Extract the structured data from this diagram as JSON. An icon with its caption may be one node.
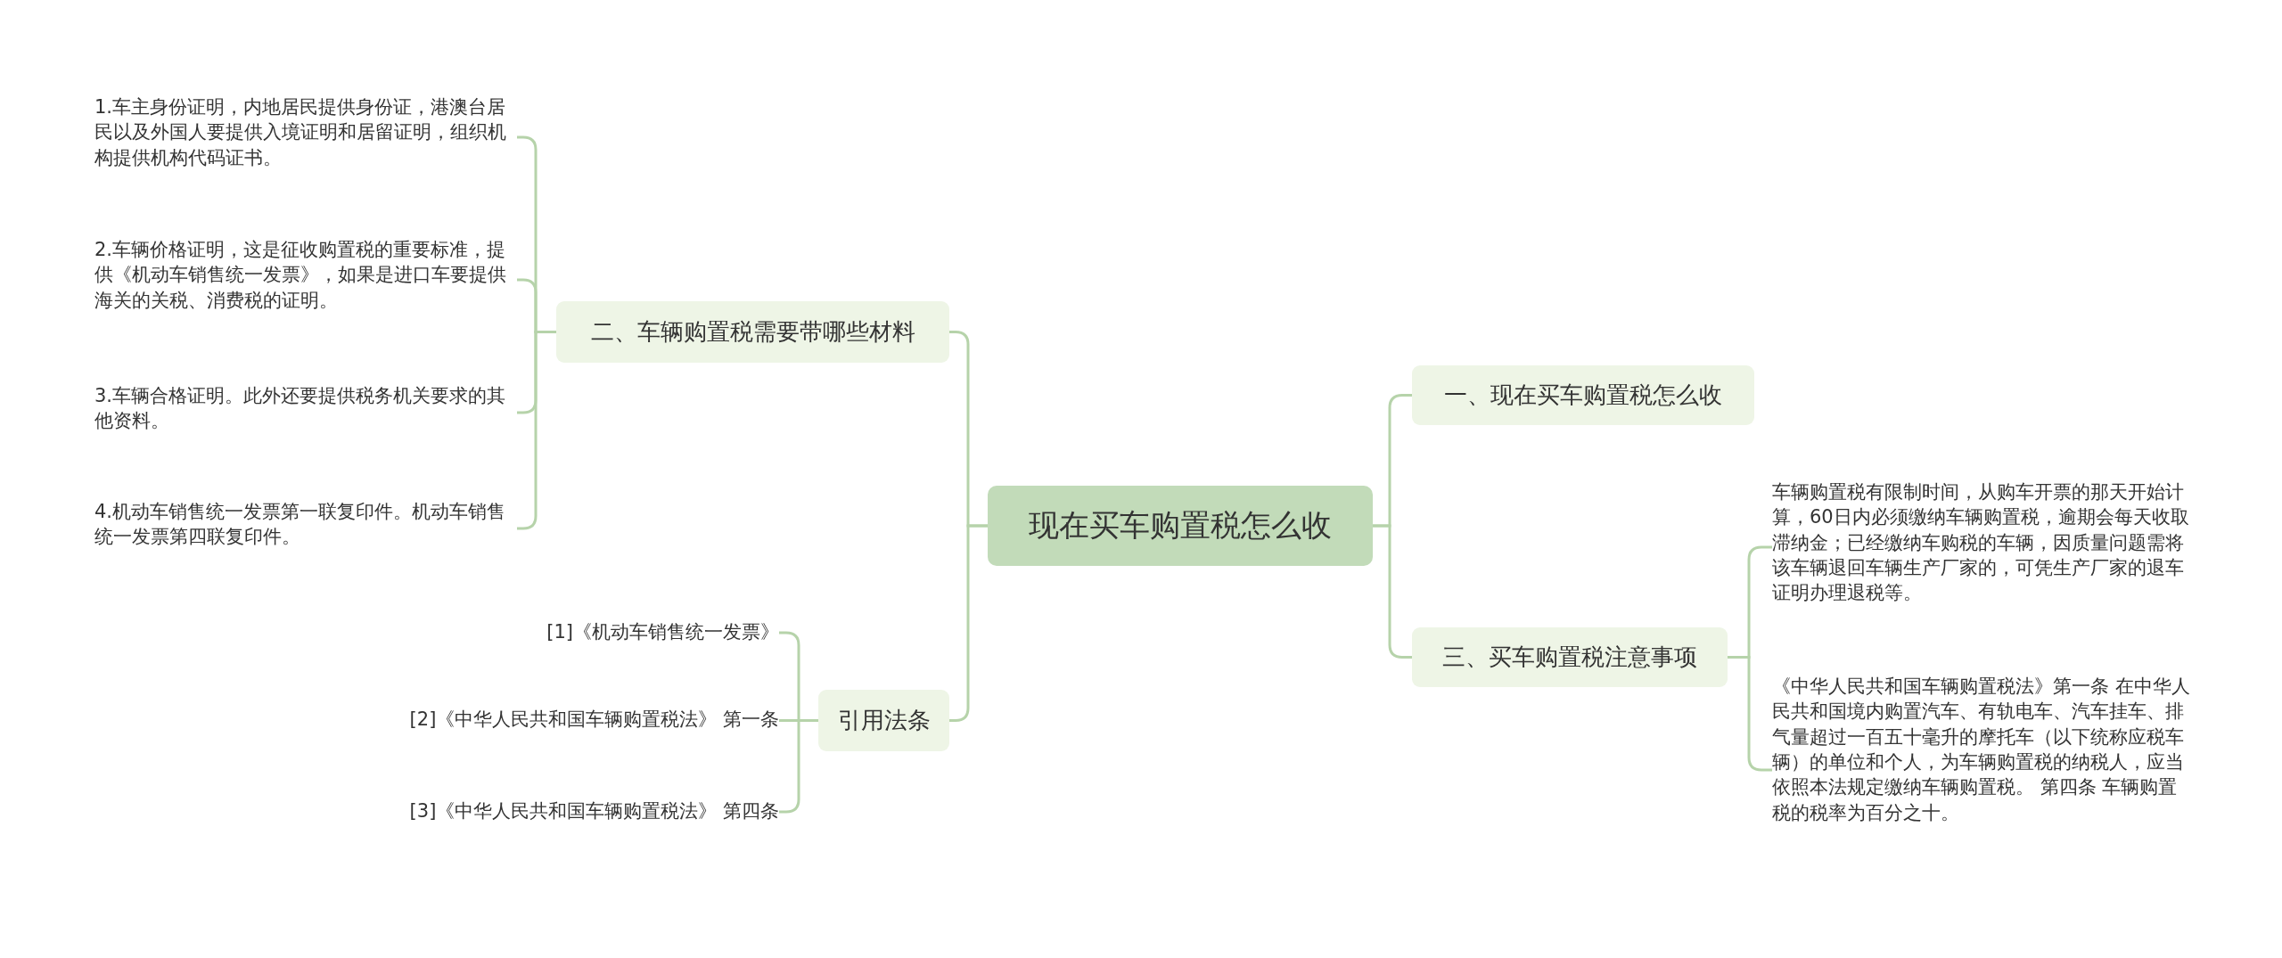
{
  "diagram": {
    "nodes": [
      {
        "text": [
          "现在买车购置税怎么收"
        ]
      },
      {
        "text": [
          "一、现在买车购置税怎么收"
        ]
      },
      {
        "text": [
          "三、买车购置税注意事项"
        ]
      },
      {
        "text": [
          "车辆购置税有限制时间，从购车开票的那天开始计算，60日内必须缴纳车辆购置税，逾期会每天收取滞纳金；已经缴纳车购税的车辆，因质量问题需将该车辆退回车辆生产厂家的，可凭生产厂家的退车证明办理退税等。"
        ]
      },
      {
        "text": [
          "《中华人民共和国车辆购置税法》第一条 在中华人民共和国境内购置汽车、有轨电车、汽车挂车、排气量超过一百五十毫升的摩托车（以下统称应税车辆）的单位和个人，为车辆购置税的纳税人，应当依照本法规定缴纳车辆购置税。 第四条 车辆购置税的税率为百分之十。"
        ]
      },
      {
        "text": [
          "二、车辆购置税需要带哪些材料"
        ]
      },
      {
        "text": [
          "1.车主身份证明，内地居民提供身份证，港澳台居民以及外国人要提供入境证明和居留证明，组织机构提供机构代码证书。"
        ]
      },
      {
        "text": [
          "2.车辆价格证明，这是征收购置税的重要标准，提供《机动车销售统一发票》，如果是进口车要提供海关的关税、消费税的证明。"
        ]
      },
      {
        "text": [
          "3.车辆合格证明。此外还要提供税务机关要求的其他资料。"
        ]
      },
      {
        "text": [
          "4.机动车销售统一发票第一联复印件。机动车销售统一发票第四联复印件。"
        ]
      },
      {
        "text": [
          "引用法条"
        ]
      },
      {
        "text": [
          "[1]《机动车销售统一发票》"
        ]
      },
      {
        "text": [
          "[2]《中华人民共和国车辆购置税法》 第一条"
        ]
      },
      {
        "text": [
          "[3]《中华人民共和国车辆购置税法》 第四条"
        ]
      }
    ],
    "edges": [
      {
        "from": 0,
        "to": 1,
        "arrow": "none"
      },
      {
        "from": 0,
        "to": 2,
        "arrow": "none"
      },
      {
        "from": 2,
        "to": 3,
        "arrow": "none"
      },
      {
        "from": 2,
        "to": 4,
        "arrow": "none"
      },
      {
        "from": 0,
        "to": 5,
        "arrow": "none"
      },
      {
        "from": 5,
        "to": 6,
        "arrow": "none"
      },
      {
        "from": 5,
        "to": 7,
        "arrow": "none"
      },
      {
        "from": 5,
        "to": 8,
        "arrow": "none"
      },
      {
        "from": 5,
        "to": 9,
        "arrow": "none"
      },
      {
        "from": 0,
        "to": 10,
        "arrow": "none"
      },
      {
        "from": 10,
        "to": 11,
        "arrow": "none"
      },
      {
        "from": 10,
        "to": 12,
        "arrow": "none"
      },
      {
        "from": 10,
        "to": 13,
        "arrow": "none"
      }
    ]
  }
}
